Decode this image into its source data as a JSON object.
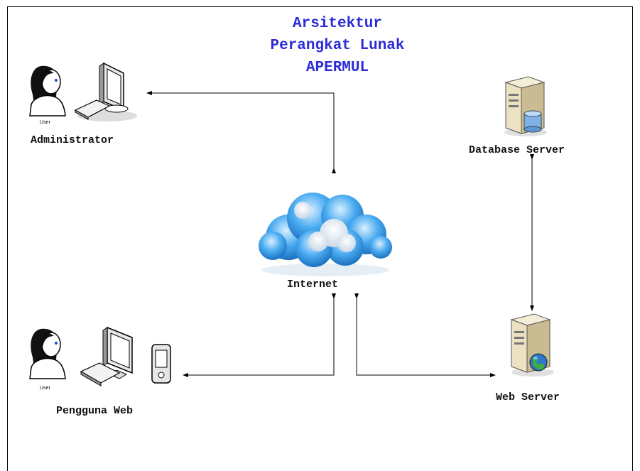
{
  "title": {
    "line1": "Arsitektur",
    "line2": "Perangkat Lunak",
    "line3": "APERMUL"
  },
  "nodes": {
    "administrator": {
      "label": "Administrator",
      "icon": "user-computer-icon",
      "user_tag": "User"
    },
    "pengguna_web": {
      "label": "Pengguna Web",
      "icon": "user-computer-mobile-icon",
      "user_tag": "User"
    },
    "internet": {
      "label": "Internet",
      "icon": "cloud-icon"
    },
    "database_server": {
      "label": "Database Server",
      "icon": "database-server-icon"
    },
    "web_server": {
      "label": "Web Server",
      "icon": "web-server-icon"
    }
  },
  "connections": [
    {
      "from": "Internet",
      "to": "Administrator",
      "direction": "both"
    },
    {
      "from": "Internet",
      "to": "Pengguna Web",
      "direction": "both"
    },
    {
      "from": "Internet",
      "to": "Web Server",
      "direction": "both"
    },
    {
      "from": "Web Server",
      "to": "Database Server",
      "direction": "both"
    }
  ],
  "colors": {
    "title": "#2b2bd8",
    "cloud": "#2a8fd8",
    "lines": "#000000"
  }
}
